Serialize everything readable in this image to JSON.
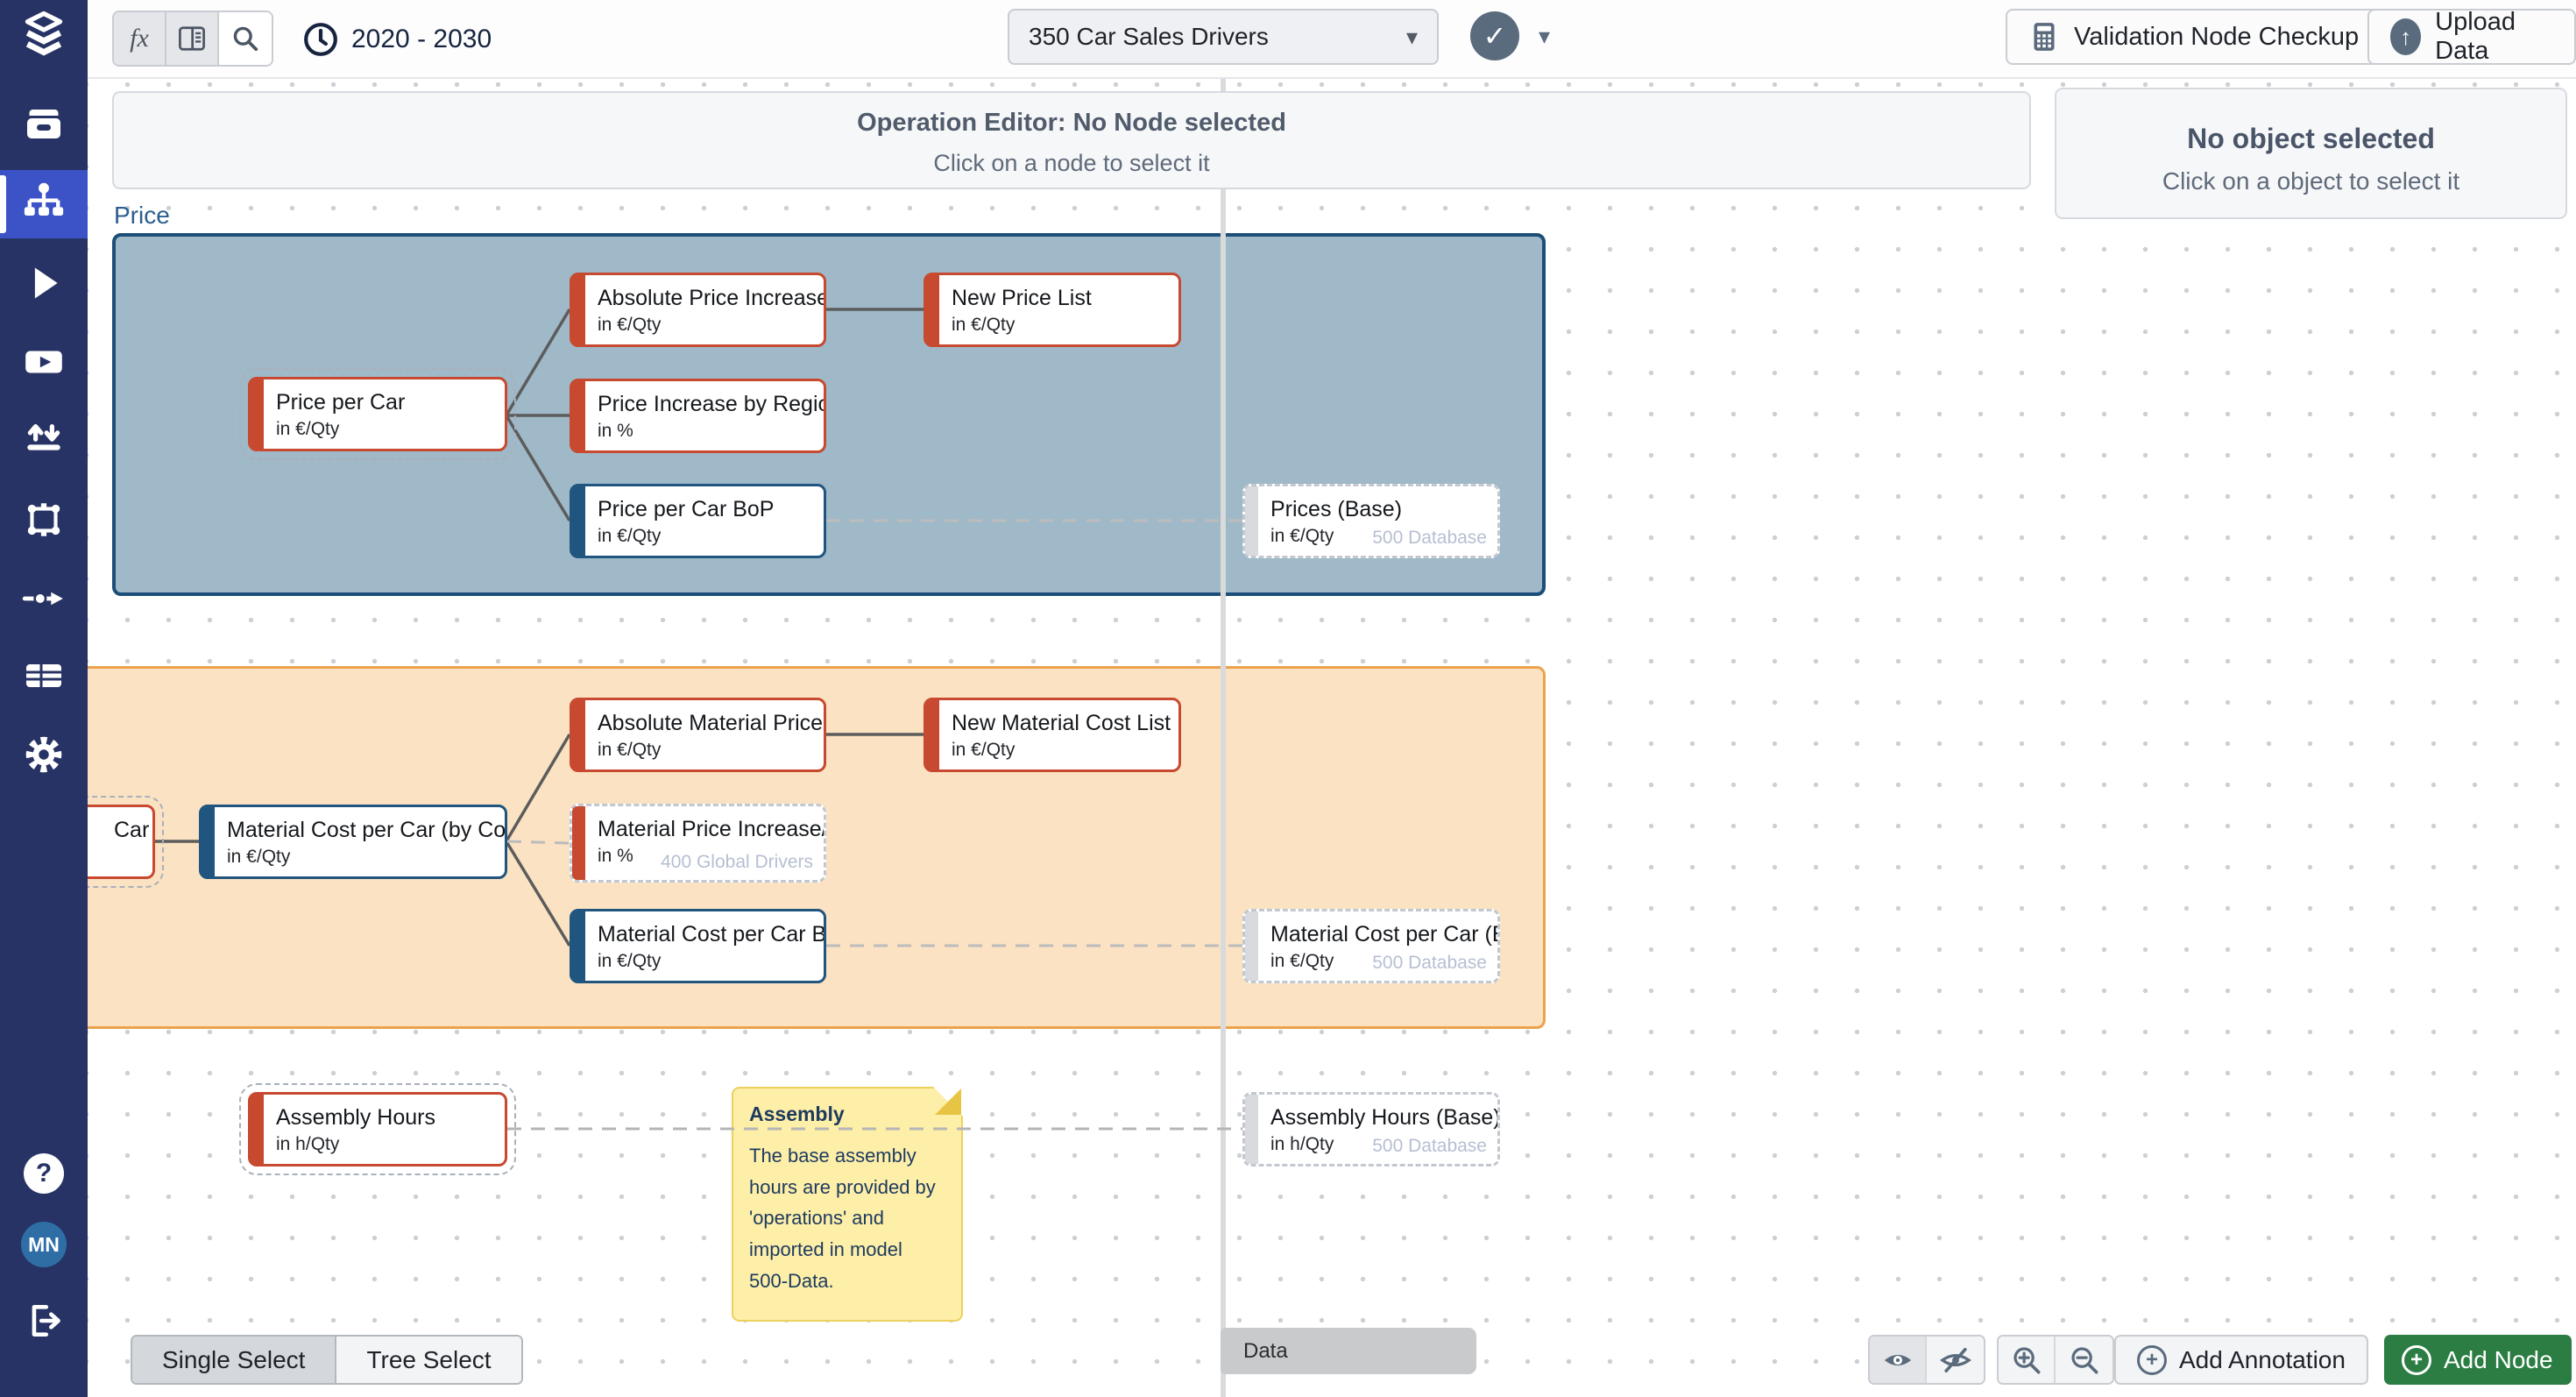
{
  "topbar": {
    "fx_label": "fx",
    "time_range": "2020 - 2030",
    "model_selector_value": "350 Car Sales Drivers",
    "validation_button": "Validation Node Checkup",
    "upload_button": "Upload Data",
    "check_glyph": "✓",
    "caret_glyph": "▾"
  },
  "sidebar": {
    "avatar_initials": "MN",
    "help_glyph": "?"
  },
  "panels": {
    "operation_editor_title": "Operation Editor: No Node selected",
    "operation_editor_subtitle": "Click on a node to select it",
    "no_object_title": "No object selected",
    "no_object_subtitle": "Click on a object to select it"
  },
  "groups": {
    "price_label": "Price"
  },
  "nodes": [
    {
      "title": "Price per Car",
      "unit": "in €/Qty"
    },
    {
      "title": "Absolute Price Increase (Sust...",
      "unit": "in €/Qty"
    },
    {
      "title": "New Price List",
      "unit": "in €/Qty"
    },
    {
      "title": "Price Increase by Region (Su...",
      "unit": "in %"
    },
    {
      "title": "Price per Car BoP",
      "unit": "in €/Qty"
    },
    {
      "title": "Prices (Base)",
      "unit": "in €/Qty",
      "badge": "500 Database"
    },
    {
      "title": "Car",
      "unit": ""
    },
    {
      "title": "Material Cost per Car (by Co...",
      "unit": "in €/Qty"
    },
    {
      "title": "Absolute Material Price Incre...",
      "unit": "in €/Qty"
    },
    {
      "title": "New Material Cost List",
      "unit": "in €/Qty"
    },
    {
      "title": "Material Price Increase/Decre...",
      "unit": "in %",
      "badge": "400 Global Drivers"
    },
    {
      "title": "Material Cost per Car BoP",
      "unit": "in €/Qty"
    },
    {
      "title": "Material Cost per Car (Base)",
      "unit": "in €/Qty",
      "badge": "500 Database"
    },
    {
      "title": "Assembly Hours",
      "unit": "in h/Qty"
    },
    {
      "title": "Assembly Hours (Base)",
      "unit": "in h/Qty",
      "badge": "500 Database"
    }
  ],
  "note": {
    "title": "Assembly",
    "body": "The base assembly hours are provided by 'operations' and imported in model 500-Data."
  },
  "footer": {
    "single_select": "Single Select",
    "tree_select": "Tree Select",
    "data_label": "Data",
    "add_annotation": "Add Annotation",
    "add_node": "Add Node",
    "plus_glyph": "+"
  },
  "colors": {
    "sidebar_navy": "#273365",
    "active_item_blue": "#3c53c7",
    "accent_red": "#c7492f",
    "accent_blue": "#1f557e",
    "price_group_fill": "#9fb9c9",
    "price_group_border": "#1c4e77",
    "material_group_fill": "#fbe2c3",
    "material_group_border": "#eca24c",
    "note_yellow": "#fdeea8",
    "add_node_green": "#2c7d44"
  }
}
